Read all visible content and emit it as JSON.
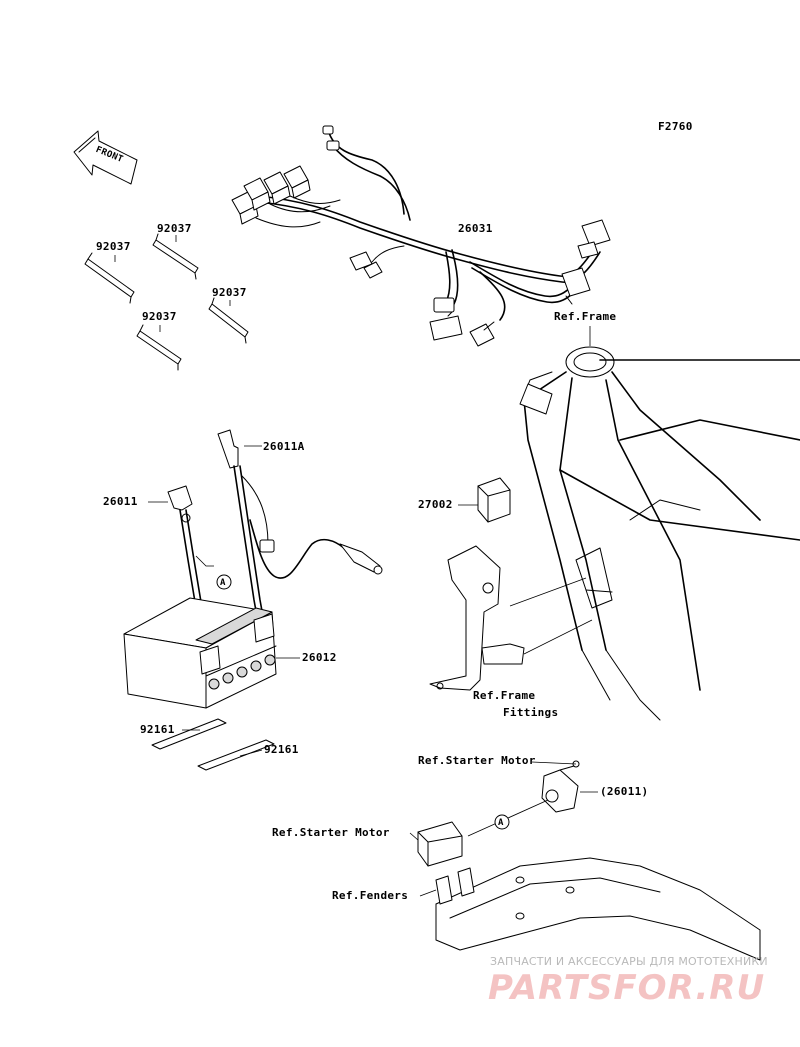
{
  "figure_code": "F2760",
  "front_label": "FRONT",
  "callout_marker": "A",
  "parts": [
    {
      "id": "p-26031",
      "label": "26031"
    },
    {
      "id": "p-92037-a",
      "label": "92037"
    },
    {
      "id": "p-92037-b",
      "label": "92037"
    },
    {
      "id": "p-92037-c",
      "label": "92037"
    },
    {
      "id": "p-92037-d",
      "label": "92037"
    },
    {
      "id": "p-26011A",
      "label": "26011A"
    },
    {
      "id": "p-26011",
      "label": "26011"
    },
    {
      "id": "p-27002",
      "label": "27002"
    },
    {
      "id": "p-26012",
      "label": "26012"
    },
    {
      "id": "p-92161-a",
      "label": "92161"
    },
    {
      "id": "p-92161-b",
      "label": "92161"
    },
    {
      "id": "p-26011-paren",
      "label": "(26011)"
    }
  ],
  "references": [
    {
      "id": "ref-frame",
      "label": "Ref.Frame"
    },
    {
      "id": "ref-frame-fittings-1",
      "label": "Ref.Frame"
    },
    {
      "id": "ref-frame-fittings-2",
      "label": "Fittings"
    },
    {
      "id": "ref-starter-motor-1",
      "label": "Ref.Starter Motor"
    },
    {
      "id": "ref-starter-motor-2",
      "label": "Ref.Starter Motor"
    },
    {
      "id": "ref-fenders",
      "label": "Ref.Fenders"
    }
  ],
  "watermark": {
    "caption": "ЗАПЧАСТИ И АКСЕССУАРЫ ДЛЯ МОТОТЕХНИКИ",
    "brand": "PARTSFOR.RU"
  }
}
